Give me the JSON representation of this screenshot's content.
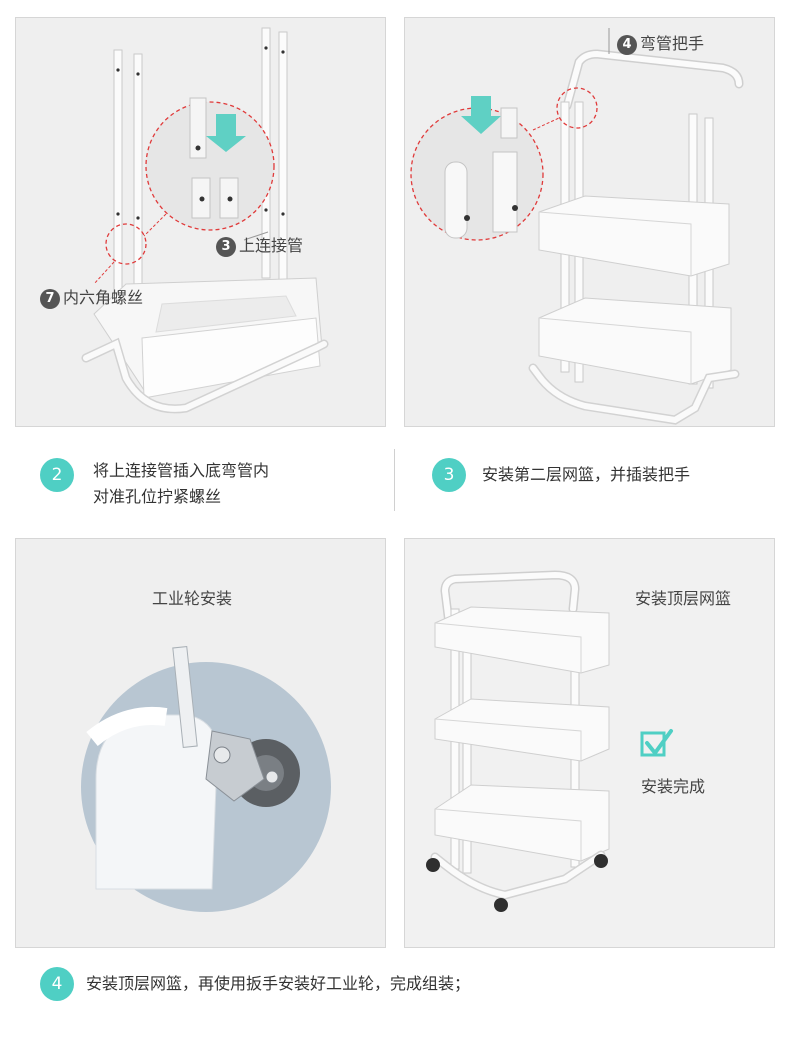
{
  "panel1": {
    "callout_connector": {
      "number": "3",
      "text": "上连接管"
    },
    "callout_screw": {
      "number": "7",
      "text": "内六角螺丝"
    }
  },
  "panel2": {
    "callout_handle": {
      "number": "4",
      "text": "弯管把手"
    }
  },
  "step2": {
    "number": "2",
    "lines": [
      "将上连接管插入底弯管内",
      "对准孔位拧紧螺丝"
    ]
  },
  "step3": {
    "number": "3",
    "text": "安装第二层网篮，并插装把手"
  },
  "panel3": {
    "title": "工业轮安装"
  },
  "panel4": {
    "title": "安装顶层网篮",
    "check_label": "安装完成"
  },
  "step4": {
    "number": "4",
    "text": "安装顶层网篮，再使用扳手安装好工业轮，完成组装；"
  },
  "colors": {
    "accent": "#4fcfc4",
    "dashed_circle": "#e03a3a",
    "panel_bg": "#efefef"
  }
}
